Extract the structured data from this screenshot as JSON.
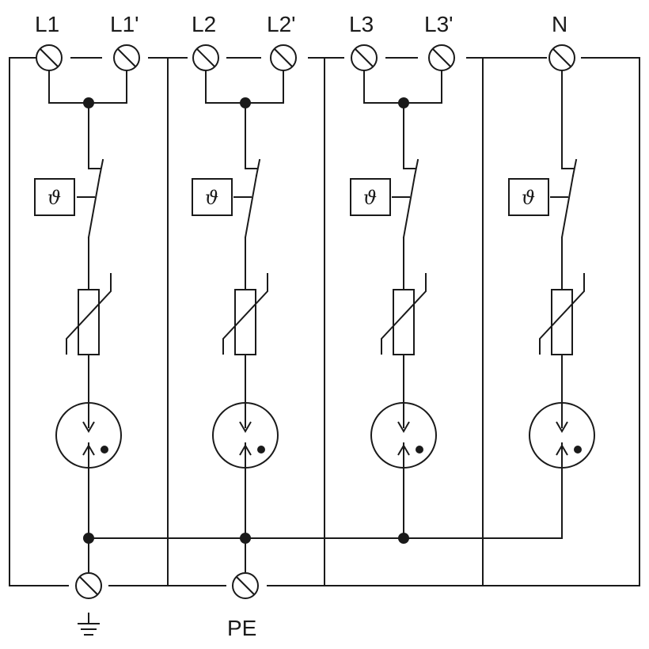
{
  "terminals_top": [
    {
      "id": "L1",
      "label": "L1"
    },
    {
      "id": "L1p",
      "label": "L1'"
    },
    {
      "id": "L2",
      "label": "L2"
    },
    {
      "id": "L2p",
      "label": "L2'"
    },
    {
      "id": "L3",
      "label": "L3"
    },
    {
      "id": "L3p",
      "label": "L3'"
    },
    {
      "id": "N",
      "label": "N"
    }
  ],
  "terminals_bottom": [
    {
      "id": "earth",
      "label": ""
    },
    {
      "id": "PE",
      "label": "PE"
    }
  ],
  "thermal_symbol": "ϑ",
  "modules": [
    {
      "id": "L1"
    },
    {
      "id": "L2"
    },
    {
      "id": "L3"
    },
    {
      "id": "N"
    }
  ],
  "icons": {
    "earth": "ground-icon",
    "terminal": "screw-terminal-icon",
    "thermal": "thermal-disconnector-icon",
    "varistor": "varistor-icon",
    "gdt": "spark-gap-icon"
  },
  "colors": {
    "line": "#1a1a1a",
    "background": "#ffffff"
  }
}
